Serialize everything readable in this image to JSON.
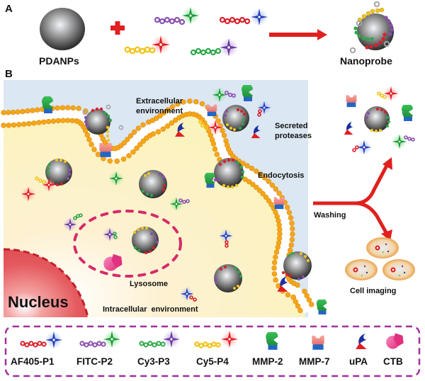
{
  "panel_a": {
    "letter": "A",
    "pdanps_label": "PDANPs",
    "nanoprobe_label": "Nanoprobe"
  },
  "panel_b": {
    "letter": "B",
    "extracellular_label_line1": "Extracellular",
    "extracellular_label_line2": "environment",
    "secreted_label_line1": "Secreted",
    "secreted_label_line2": "proteases",
    "endocytosis_label": "Endocytosis",
    "washing_label": "Washing",
    "lysosome_label": "Lysosome",
    "nucleus_label": "Nucleus",
    "intracellular_label": "Intracellular  environment",
    "cell_imaging_label": "Cell imaging"
  },
  "legend": {
    "items": [
      {
        "label": "AF405-P1",
        "icon": "red-peptide-blue-star-icon"
      },
      {
        "label": "FITC-P2",
        "icon": "purple-peptide-green-star-icon"
      },
      {
        "label": "Cy3-P3",
        "icon": "green-peptide-purple-star-icon"
      },
      {
        "label": "Cy5-P4",
        "icon": "yellow-peptide-red-star-icon"
      },
      {
        "label": "MMP-2",
        "icon": "mmp2-protease-icon"
      },
      {
        "label": "MMP-7",
        "icon": "mmp7-protease-icon"
      },
      {
        "label": "uPA",
        "icon": "upa-protease-icon"
      },
      {
        "label": "CTB",
        "icon": "ctb-protease-icon"
      }
    ]
  },
  "colors": {
    "arrow_red": "#e0201e",
    "extracellular_bg": "#dbe7f3",
    "intracellular_bg": "#fbf3c4",
    "membrane_orange": "#f5a718",
    "nucleus_red": "#e8555a",
    "legend_border": "#a0309a",
    "af405_blue": "#2a3fb0",
    "fitc_green": "#1e9a3a",
    "cy3_purple": "#6b3aa0",
    "cy5_red": "#e01d24",
    "peptide_red": "#d8202a",
    "peptide_purple": "#8a4fb0",
    "peptide_green": "#2ea84a",
    "peptide_yellow": "#f2c41c"
  }
}
